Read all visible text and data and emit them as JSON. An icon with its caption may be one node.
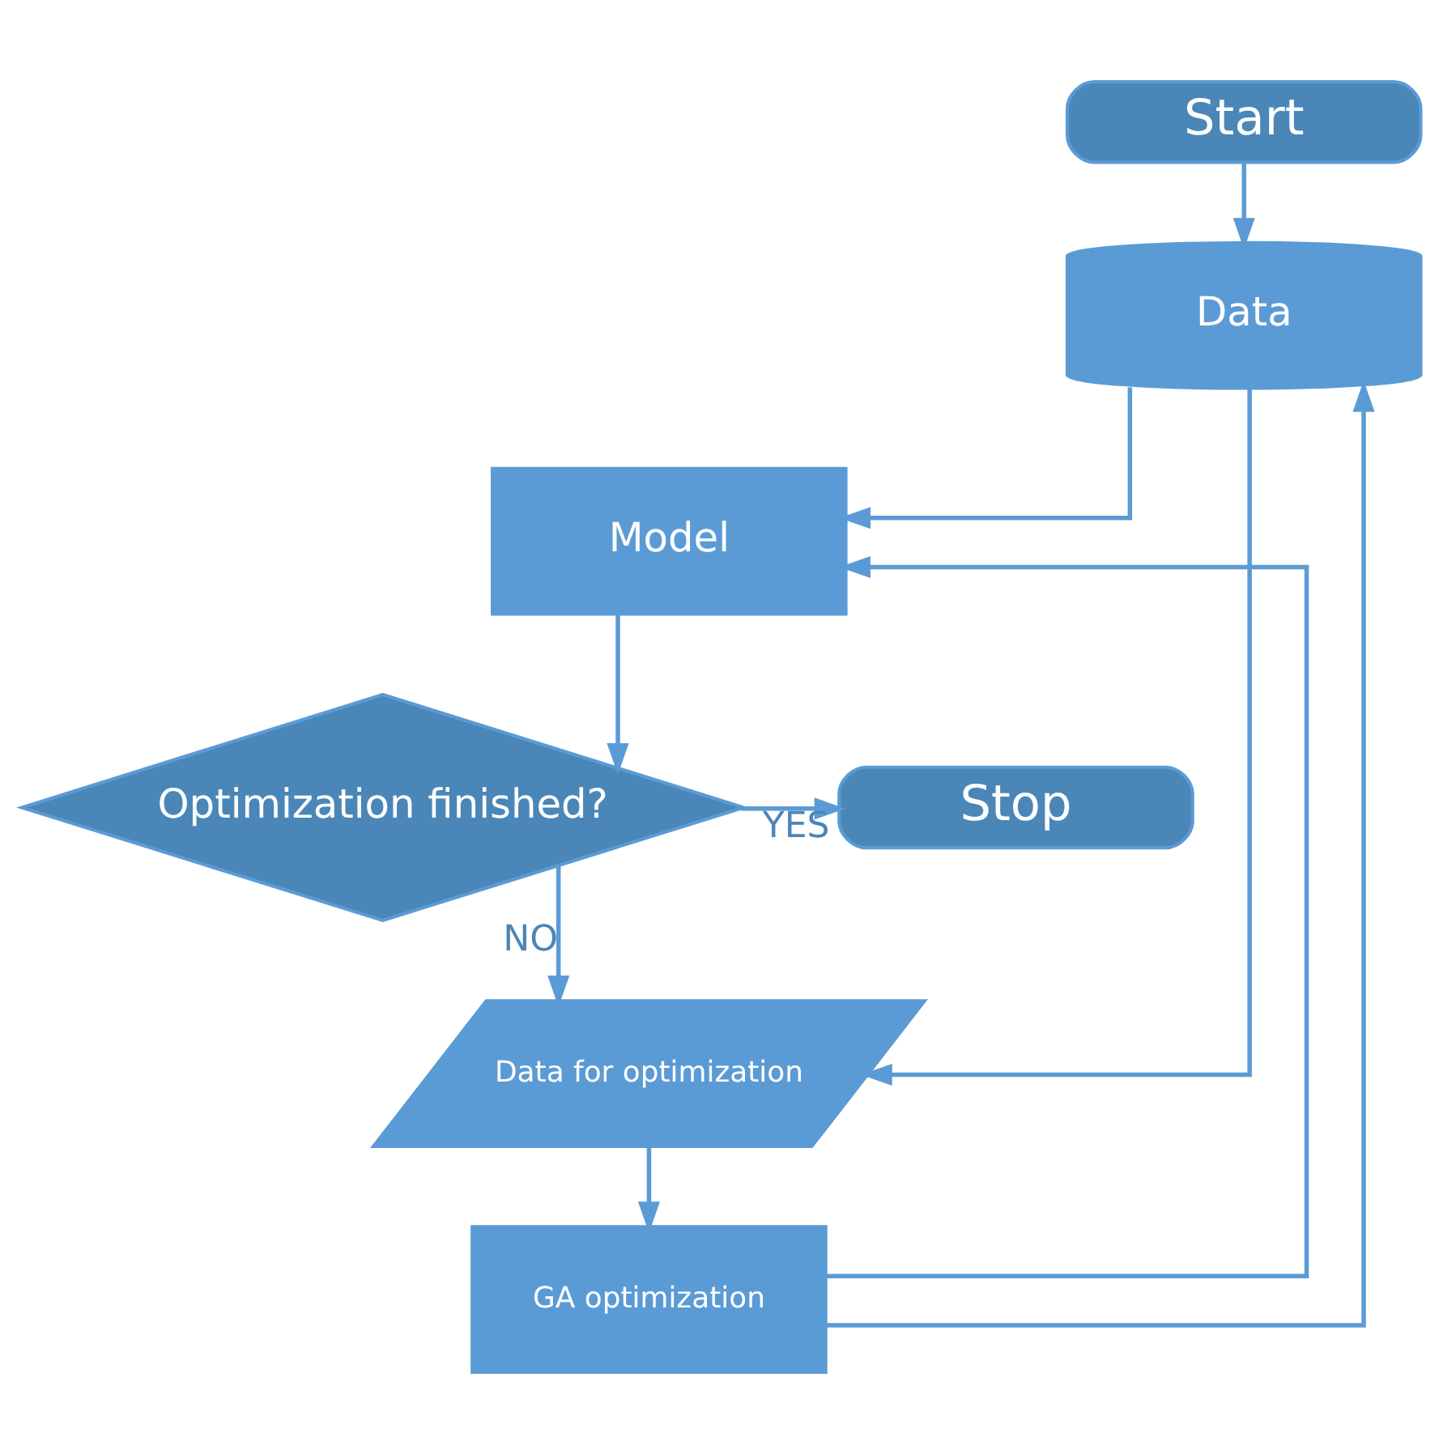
{
  "diagram": {
    "nodes": [
      {
        "text": [
          "Start"
        ]
      },
      {
        "text": [
          "Data"
        ]
      },
      {
        "text": [
          "Model"
        ]
      },
      {
        "text": [
          "Optimization finished?"
        ]
      },
      {
        "text": [
          "Stop"
        ]
      },
      {
        "text": [
          "Data for optimization"
        ]
      },
      {
        "text": [
          "GA optimization"
        ]
      }
    ],
    "edges": [
      {
        "from": 0,
        "to": 1,
        "arrow": "to"
      },
      {
        "from": 1,
        "to": 2,
        "arrow": "to"
      },
      {
        "from": 2,
        "to": 3,
        "arrow": "to"
      },
      {
        "from": 3,
        "to": 4,
        "arrow": "to",
        "label": "YES"
      },
      {
        "from": 3,
        "to": 5,
        "arrow": "to",
        "label": "NO"
      },
      {
        "from": 1,
        "to": 5,
        "arrow": "to"
      },
      {
        "from": 5,
        "to": 6,
        "arrow": "to"
      },
      {
        "from": 6,
        "to": 1,
        "arrow": "to"
      },
      {
        "from": 6,
        "to": 2,
        "arrow": "to"
      }
    ]
  }
}
